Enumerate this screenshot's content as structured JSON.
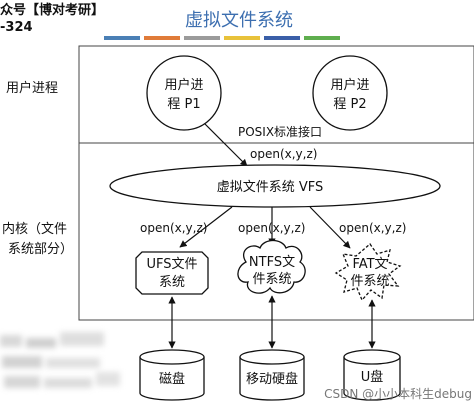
{
  "title": "虚拟文件系统",
  "watermark_top": {
    "line1": "众号【博对考研】",
    "line2": "-324"
  },
  "color_bar": [
    "#4a7fb5",
    "#e07b39",
    "#9b9b9b",
    "#e8c23a",
    "#3a5fa8",
    "#5fae4e"
  ],
  "sections": {
    "user": "用户进程",
    "kernel_line1": "内核（文件",
    "kernel_line2": "系统部分）"
  },
  "processes": [
    {
      "line1": "用户进",
      "line2": "程 P1"
    },
    {
      "line1": "用户进",
      "line2": "程 P2"
    }
  ],
  "posix_label": "POSIX标准接口",
  "open_top": "open(x,y,z)",
  "vfs_label": "虚拟文件系统 VFS",
  "open_calls": [
    "open(x,y,z)",
    "open(x,y,z)",
    "open(x,y,z)"
  ],
  "filesystems": [
    {
      "line1": "UFS文件",
      "line2": "系统"
    },
    {
      "line1": "NTFS文",
      "line2": "件系统"
    },
    {
      "line1": "FAT文",
      "line2": "件系统"
    }
  ],
  "storage": [
    "磁盘",
    "移动硬盘",
    "U盘"
  ],
  "footer_watermark": "CSDN @小小本科生debug"
}
